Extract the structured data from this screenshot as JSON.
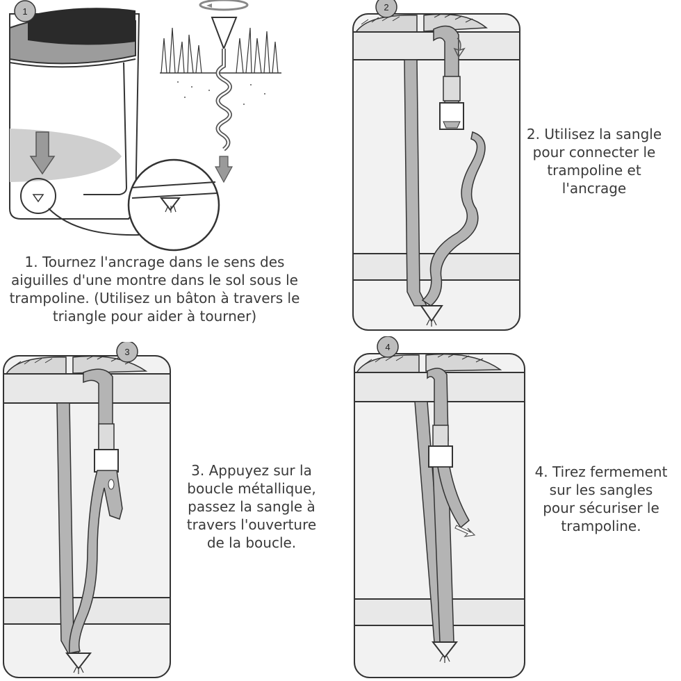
{
  "steps": [
    {
      "number": "1",
      "caption": "1. Tournez l'ancrage dans le sens des\naiguilles d'une montre dans le sol sous le\ntrampoline. (Utilisez un bâton à travers le\ntriangle pour aider à tourner)"
    },
    {
      "number": "2",
      "caption": "2. Utilisez la sangle\npour connecter le\ntrampoline et\nl'ancrage"
    },
    {
      "number": "3",
      "caption": "3. Appuyez sur la\nboucle métallique,\npassez la sangle à\ntravers l'ouverture\nde la boucle."
    },
    {
      "number": "4",
      "caption": "4. Tirez fermement\nsur les sangles\npour sécuriser le\ntrampoline."
    }
  ],
  "colors": {
    "line": "#333333",
    "strap": "#b4b4b4",
    "pad": "#d6d6d6",
    "badge": "#bdbdbd",
    "frame": "#f2f2f2"
  }
}
